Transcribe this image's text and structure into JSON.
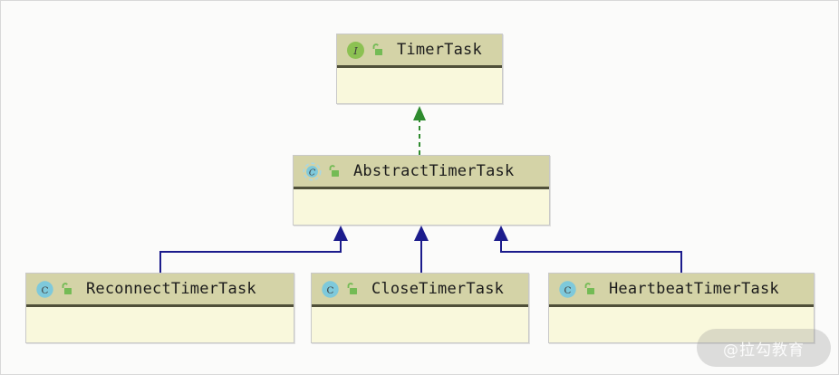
{
  "diagram": {
    "type": "uml-class-diagram",
    "background_color": "#fbfbfa",
    "node_header_color": "#d4d3a7",
    "node_body_color": "#f9f8dc",
    "inheritance_color": "#1c1c8c",
    "realization_color": "#2e8b2e"
  },
  "nodes": {
    "timer_task": {
      "name": "TimerTask",
      "stereotype": "interface",
      "badge_letter": "I",
      "badge_color": "#8cc152",
      "visibility": "public",
      "visibility_icon": "unlock-icon"
    },
    "abstract_timer_task": {
      "name": "AbstractTimerTask",
      "stereotype": "abstract-class",
      "badge_letter": "C",
      "badge_color": "#7ec9db",
      "visibility": "public",
      "visibility_icon": "unlock-icon"
    },
    "reconnect_timer_task": {
      "name": "ReconnectTimerTask",
      "stereotype": "class",
      "badge_letter": "C",
      "badge_color": "#7ec9db",
      "visibility": "public",
      "visibility_icon": "unlock-icon"
    },
    "close_timer_task": {
      "name": "CloseTimerTask",
      "stereotype": "class",
      "badge_letter": "C",
      "badge_color": "#7ec9db",
      "visibility": "public",
      "visibility_icon": "unlock-icon"
    },
    "heartbeat_timer_task": {
      "name": "HeartbeatTimerTask",
      "stereotype": "class",
      "badge_letter": "C",
      "badge_color": "#7ec9db",
      "visibility": "public",
      "visibility_icon": "unlock-icon"
    }
  },
  "relations": [
    {
      "from": "AbstractTimerTask",
      "to": "TimerTask",
      "kind": "realization",
      "style": "dashed"
    },
    {
      "from": "ReconnectTimerTask",
      "to": "AbstractTimerTask",
      "kind": "generalization",
      "style": "solid"
    },
    {
      "from": "CloseTimerTask",
      "to": "AbstractTimerTask",
      "kind": "generalization",
      "style": "solid"
    },
    {
      "from": "HeartbeatTimerTask",
      "to": "AbstractTimerTask",
      "kind": "generalization",
      "style": "solid"
    }
  ],
  "watermark": {
    "text": "@拉勾教育"
  }
}
